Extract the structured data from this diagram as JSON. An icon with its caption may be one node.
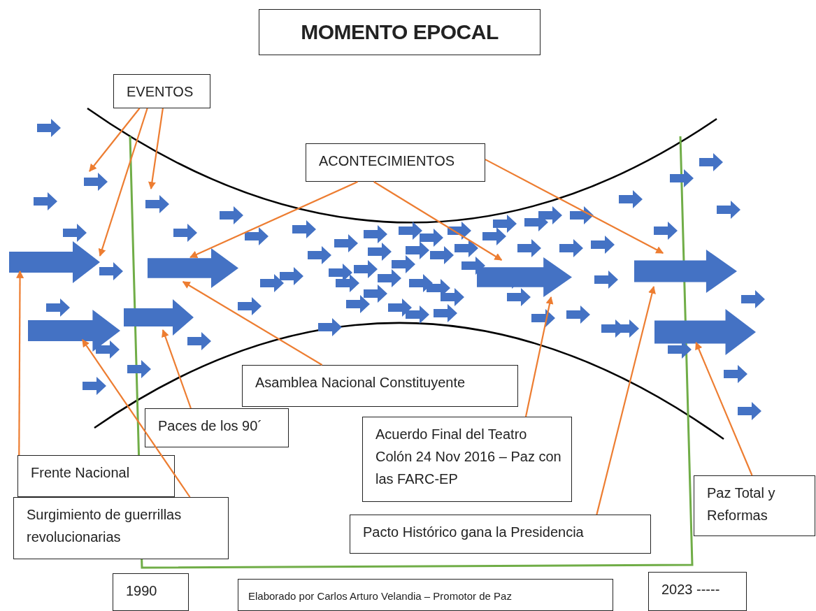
{
  "diagram": {
    "nodes": [
      {
        "text": [
          "MOMENTO EPOCAL"
        ]
      },
      {
        "text": [
          "EVENTOS"
        ]
      },
      {
        "text": [
          "ACONTECIMIENTOS"
        ]
      },
      {
        "text": [
          "Asamblea Nacional Constituyente"
        ]
      },
      {
        "text": [
          "Paces de los 90´"
        ]
      },
      {
        "text": [
          "Frente Nacional"
        ]
      },
      {
        "text": [
          "Surgimiento de guerrillas revolucionarias"
        ]
      },
      {
        "text": [
          "Acuerdo Final del Teatro Colón 24 Nov 2016 – Paz con las FARC-EP"
        ]
      },
      {
        "text": [
          "Pacto Histórico gana la Presidencia"
        ]
      },
      {
        "text": [
          "Paz Total y Reformas"
        ]
      },
      {
        "text": [
          "1990"
        ]
      },
      {
        "text": [
          "Elaborado por Carlos Arturo Velandia – Promotor de Paz"
        ]
      },
      {
        "text": [
          "2023 -----"
        ]
      },
      {
        "text": [],
        "shape": "arrow"
      },
      {
        "text": [],
        "shape": "arrow"
      },
      {
        "text": [],
        "shape": "arrow"
      },
      {
        "text": [],
        "shape": "arrow"
      },
      {
        "text": [],
        "shape": "arrow"
      },
      {
        "text": [],
        "shape": "arrow"
      },
      {
        "text": [],
        "shape": "arrow"
      }
    ],
    "edges": [
      {
        "from": 1,
        "to": null,
        "arrow": "to"
      },
      {
        "from": 1,
        "to": 13,
        "arrow": "to"
      },
      {
        "from": 1,
        "to": null,
        "arrow": "to"
      },
      {
        "from": 2,
        "to": 16,
        "arrow": "to"
      },
      {
        "from": 2,
        "to": 17,
        "arrow": "to"
      },
      {
        "from": 2,
        "to": 18,
        "arrow": "to"
      },
      {
        "from": 5,
        "to": 13,
        "arrow": "to"
      },
      {
        "from": 6,
        "to": 14,
        "arrow": "to"
      },
      {
        "from": 4,
        "to": 15,
        "arrow": "to"
      },
      {
        "from": 3,
        "to": 16,
        "arrow": "to"
      },
      {
        "from": 7,
        "to": 17,
        "arrow": "to"
      },
      {
        "from": 8,
        "to": 18,
        "arrow": "to"
      },
      {
        "from": 9,
        "to": 19,
        "arrow": "to"
      }
    ]
  }
}
